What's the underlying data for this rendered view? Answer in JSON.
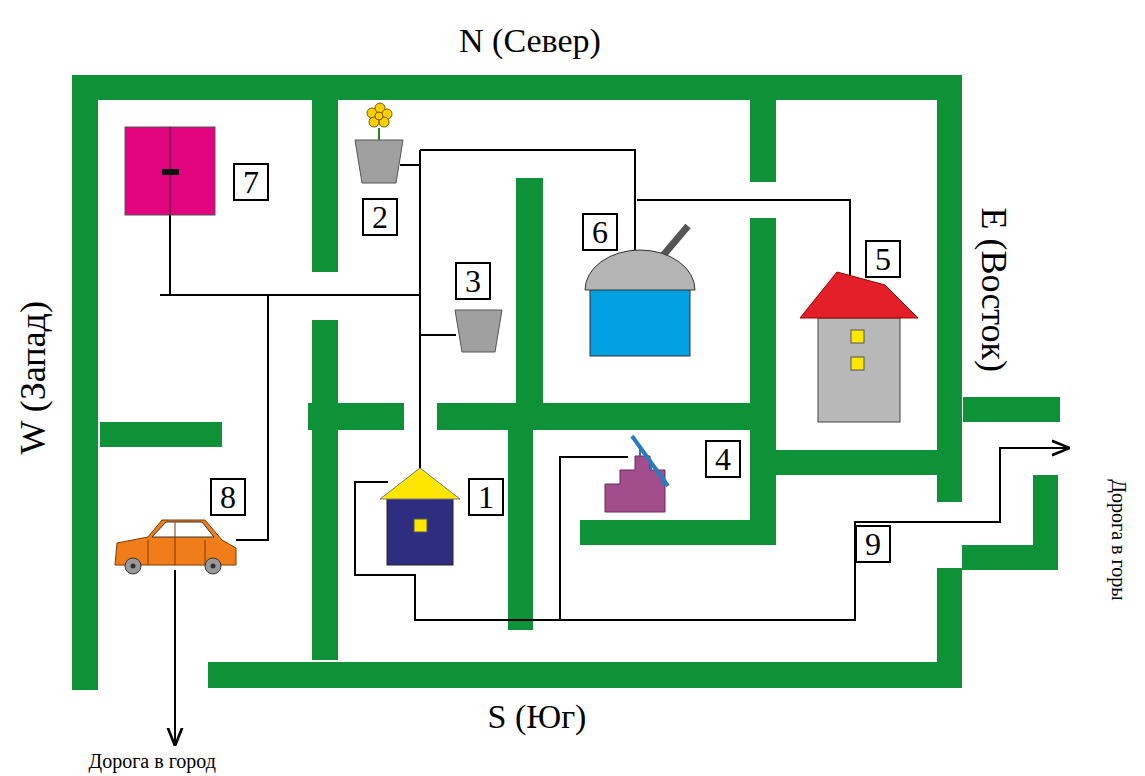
{
  "diagram": {
    "nodes": [
      {
        "text": [
          "7"
        ]
      },
      {
        "text": [
          "2"
        ]
      },
      {
        "text": [
          "6"
        ]
      },
      {
        "text": [
          "5"
        ]
      },
      {
        "text": [
          "3"
        ]
      },
      {
        "text": [
          "4"
        ]
      },
      {
        "text": [
          "1"
        ]
      },
      {
        "text": [
          "8"
        ]
      },
      {
        "text": [
          "9"
        ]
      }
    ],
    "labels": [
      "N (Север)",
      "W (Запад)",
      "E (Восток)",
      "Дорога в горы",
      "S (Юг)",
      "Дорога в город"
    ]
  }
}
